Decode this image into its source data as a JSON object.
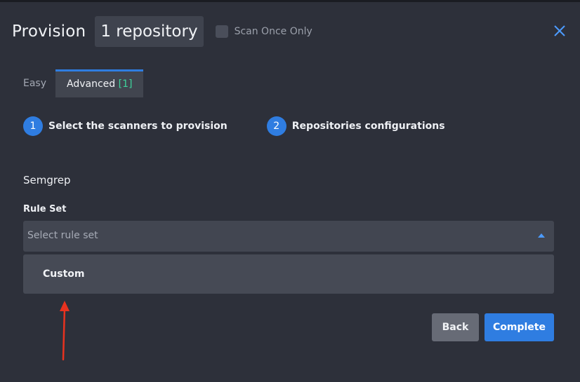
{
  "header": {
    "title": "Provision",
    "repo_count_label": "1 repository",
    "scan_once_label": "Scan Once Only",
    "scan_once_checked": false
  },
  "tabs": [
    {
      "label": "Easy",
      "active": false
    },
    {
      "label": "Advanced",
      "count": "[1]",
      "active": true
    }
  ],
  "steps": [
    {
      "number": "1",
      "label": "Select the scanners to provision"
    },
    {
      "number": "2",
      "label": "Repositories configurations"
    }
  ],
  "scanner": {
    "name": "Semgrep",
    "rule_set_label": "Rule Set",
    "rule_set_placeholder": "Select rule set",
    "options": [
      "Custom"
    ]
  },
  "footer": {
    "back_label": "Back",
    "complete_label": "Complete"
  },
  "colors": {
    "accent": "#2f7de1",
    "count_green": "#3ed39b",
    "annotation_red": "#e8321f"
  },
  "icons": {
    "close": "close-icon",
    "caret": "caret-up-icon",
    "annotation": "red-arrow-icon"
  }
}
